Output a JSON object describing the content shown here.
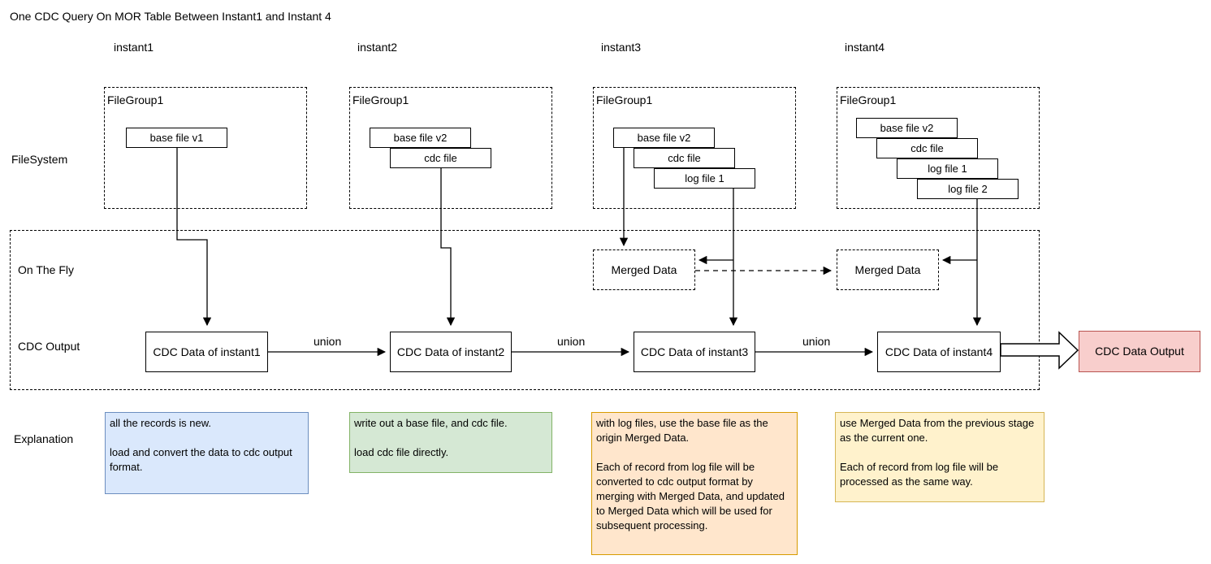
{
  "title": "One CDC Query On MOR Table Between Instant1 and Instant 4",
  "row_labels": {
    "filesystem": "FileSystem",
    "on_the_fly": "On The Fly",
    "cdc_output": "CDC Output",
    "explanation": "Explanation"
  },
  "columns": [
    {
      "instant": "instant1",
      "filegroup": "FileGroup1",
      "files": [
        "base file v1"
      ],
      "cdc_box": "CDC Data of instant1",
      "explanation": "all the records is new.\n\nload and convert the data to cdc output format."
    },
    {
      "instant": "instant2",
      "filegroup": "FileGroup1",
      "files": [
        "base file v2",
        "cdc file"
      ],
      "cdc_box": "CDC Data of instant2",
      "explanation": "write out a base file, and cdc file.\n\nload cdc file directly."
    },
    {
      "instant": "instant3",
      "filegroup": "FileGroup1",
      "files": [
        "base file v2",
        "cdc file",
        "log file 1"
      ],
      "merged_data": "Merged Data",
      "cdc_box": "CDC Data of instant3",
      "explanation": "with log files, use the base file as the origin Merged Data.\n\nEach of record from log file will be converted to cdc output format by merging with Merged Data, and updated to Merged Data which will be used for subsequent processing."
    },
    {
      "instant": "instant4",
      "filegroup": "FileGroup1",
      "files": [
        "base file v2",
        "cdc file",
        "log file 1",
        "log file 2"
      ],
      "merged_data": "Merged Data",
      "cdc_box": "CDC Data of instant4",
      "explanation": "use Merged Data from the previous stage as the current one.\n\nEach of record from log file will be processed as the same way."
    }
  ],
  "edge_labels": {
    "union": "union"
  },
  "output_box": {
    "label": "CDC Data Output"
  },
  "colors": {
    "accent_blue_fill": "#dae8fc",
    "accent_blue_stroke": "#6c8ebf",
    "accent_green_fill": "#d5e8d4",
    "accent_green_stroke": "#82b366",
    "accent_orange_fill": "#ffe6cc",
    "accent_orange_stroke": "#d79b00",
    "accent_yellow_fill": "#fff2cc",
    "accent_yellow_stroke": "#d6b656",
    "accent_red_fill": "#f8cecc",
    "accent_red_stroke": "#b85450",
    "line_color": "#000000"
  }
}
